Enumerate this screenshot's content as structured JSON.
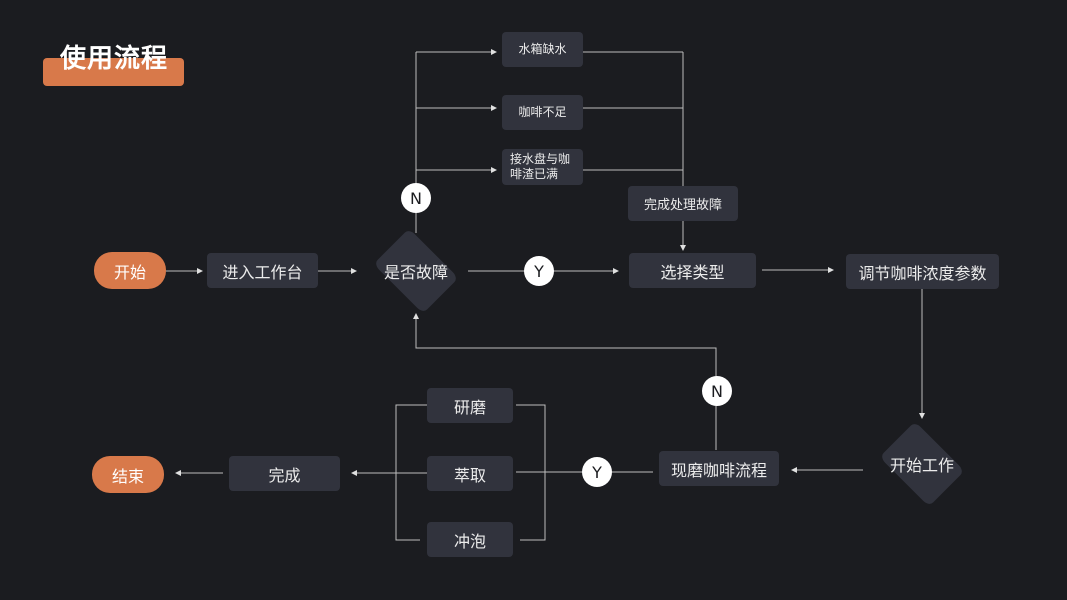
{
  "title": "使用流程",
  "nodes": {
    "start": "开始",
    "enter_workbench": "进入工作台",
    "is_fault": "是否故障",
    "water_low": "水箱缺水",
    "coffee_low": "咖啡不足",
    "tray_full": "接水盘与咖啡渣已满",
    "fault_done": "完成处理故障",
    "select_type": "选择类型",
    "adjust_params": "调节咖啡浓度参数",
    "start_work": "开始工作",
    "fresh_process": "现磨咖啡流程",
    "grind": "研磨",
    "extract": "萃取",
    "brew": "冲泡",
    "complete": "完成",
    "end": "结束"
  },
  "badges": {
    "fault_no": "N",
    "fault_yes": "Y",
    "process_no": "N",
    "process_yes": "Y"
  },
  "colors": {
    "accent": "#d8794a",
    "node": "#31333d",
    "background": "#1b1c20",
    "line": "#bdbdbd"
  }
}
